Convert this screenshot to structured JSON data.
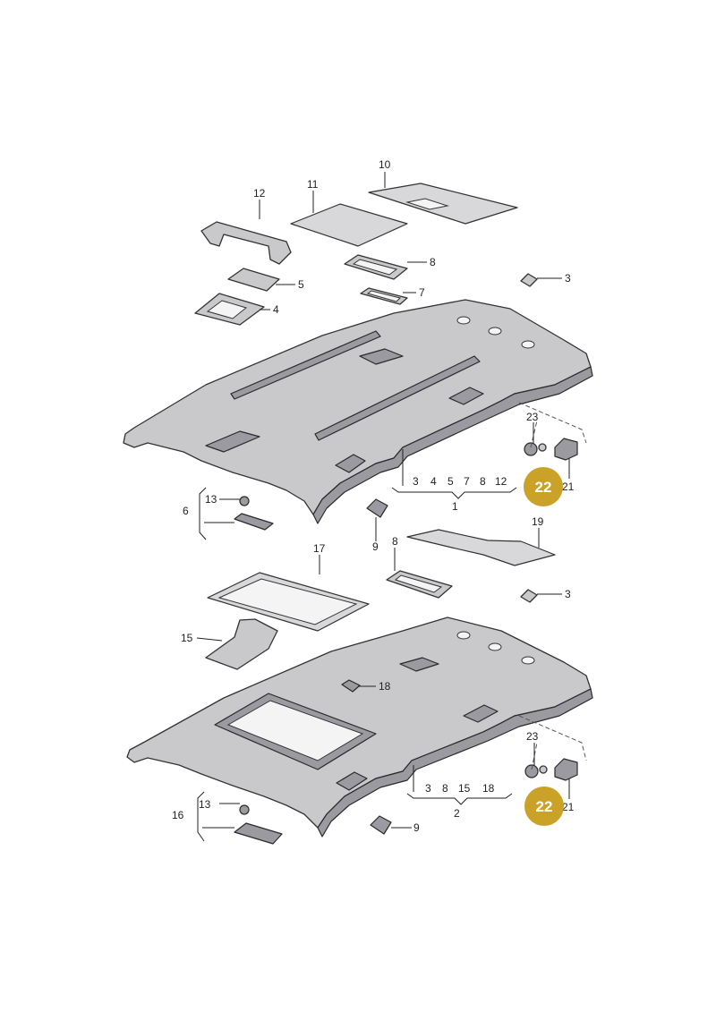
{
  "colors": {
    "background": "#ffffff",
    "part_fill": "#c9c9cc",
    "part_dark": "#9a9aa0",
    "outline": "#333333",
    "callout_fill": "#c9a227",
    "callout_text": "#ffffff"
  },
  "upper_assembly": {
    "labels": {
      "n12": "12",
      "n11": "11",
      "n10": "10",
      "n8": "8",
      "n5": "5",
      "n4": "4",
      "n7": "7",
      "n3": "3",
      "n23": "23",
      "n21": "21",
      "n13": "13",
      "n6": "6",
      "n9": "9"
    },
    "group_list": [
      "3",
      "4",
      "5",
      "7",
      "8",
      "12"
    ],
    "group_number": "1",
    "callout": "22"
  },
  "lower_assembly": {
    "labels": {
      "n17": "17",
      "n8": "8",
      "n19": "19",
      "n3": "3",
      "n15": "15",
      "n18": "18",
      "n23": "23",
      "n21": "21",
      "n13": "13",
      "n16": "16",
      "n9": "9"
    },
    "group_list": [
      "3",
      "8",
      "15",
      "18"
    ],
    "group_number": "2",
    "callout": "22"
  }
}
